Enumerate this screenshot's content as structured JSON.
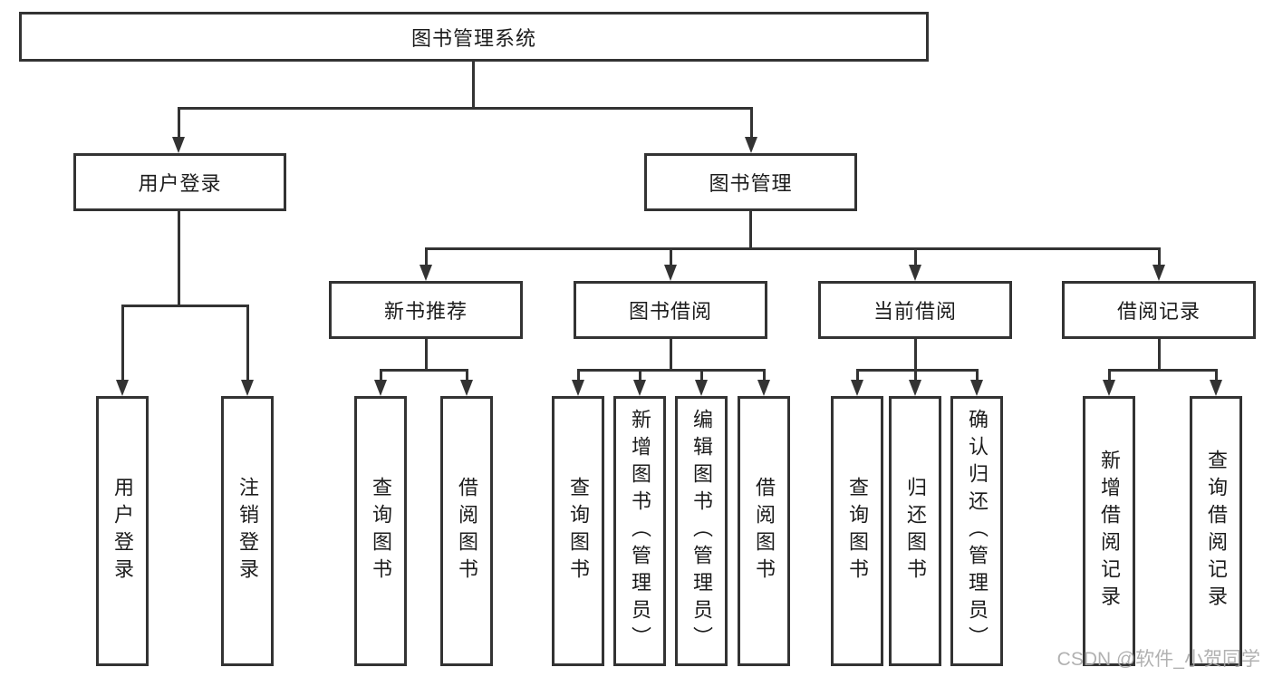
{
  "watermark": "CSDN @软件_小贺同学",
  "colors": {
    "line": "#333333",
    "text": "#1c1c1c",
    "background": "#ffffff",
    "watermark": "#a8a8a8"
  },
  "tree": {
    "root": {
      "label": "图书管理系统",
      "children": [
        {
          "label": "用户登录",
          "children": [
            {
              "label": "用户登录"
            },
            {
              "label": "注销登录"
            }
          ]
        },
        {
          "label": "图书管理",
          "children": [
            {
              "label": "新书推荐",
              "children": [
                {
                  "label": "查询图书"
                },
                {
                  "label": "借阅图书"
                }
              ]
            },
            {
              "label": "图书借阅",
              "children": [
                {
                  "label": "查询图书"
                },
                {
                  "label": "新增图书（管理员）"
                },
                {
                  "label": "编辑图书（管理员）"
                },
                {
                  "label": "借阅图书"
                }
              ]
            },
            {
              "label": "当前借阅",
              "children": [
                {
                  "label": "查询图书"
                },
                {
                  "label": "归还图书"
                },
                {
                  "label": "确认归还（管理员）"
                }
              ]
            },
            {
              "label": "借阅记录",
              "children": [
                {
                  "label": "新增借阅记录"
                },
                {
                  "label": "查询借阅记录"
                }
              ]
            }
          ]
        }
      ]
    }
  }
}
